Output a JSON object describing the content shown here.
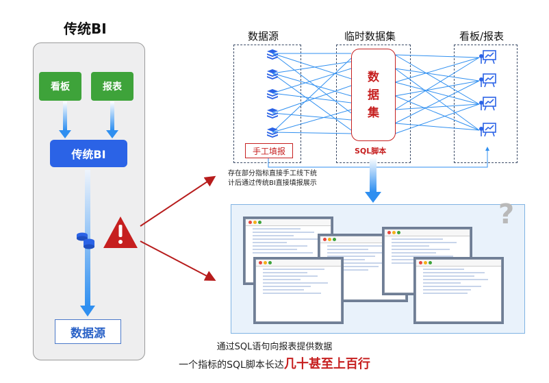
{
  "left": {
    "title": "传统BI",
    "kanban": "看板",
    "report": "报表",
    "bi": "传统BI",
    "datasource": "数据源"
  },
  "right": {
    "col_datasource": "数据源",
    "col_temp": "临时数据集",
    "col_kanban": "看板/报表",
    "dataset_chars": [
      "数",
      "据",
      "集"
    ],
    "manual": "手工填报",
    "sql_script": "SQL脚本",
    "note_line1": "存在部分指标直接手工线下统",
    "note_line2": "计后通过传统BI直接填报展示"
  },
  "captions": {
    "line1": "通过SQL语句向报表提供数据",
    "line2_prefix": "一个指标的SQL脚本长达",
    "line2_highlight": "几十甚至上百行"
  },
  "colors": {
    "green": "#3ea33a",
    "blue": "#2b63e6",
    "red": "#c61f1f",
    "arrow_blue": "#2f8ff0"
  }
}
